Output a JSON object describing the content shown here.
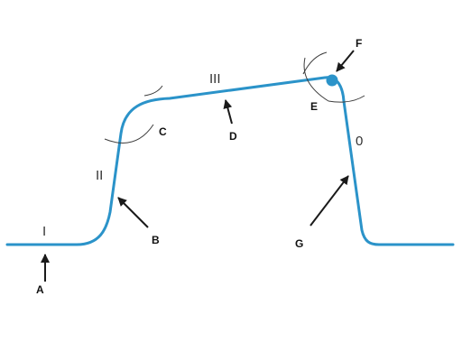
{
  "colors": {
    "curve": "#2b93c9",
    "marker": "#2b93c9",
    "arc": "#3d3d3d",
    "arrow": "#1a1a1a"
  },
  "numerals": {
    "phase_1": "I",
    "phase_2": "II",
    "phase_3": "III",
    "phase_0": "0"
  },
  "labels": {
    "a": "A",
    "b": "B",
    "c": "C",
    "d": "D",
    "e": "E",
    "f": "F",
    "g": "G"
  }
}
